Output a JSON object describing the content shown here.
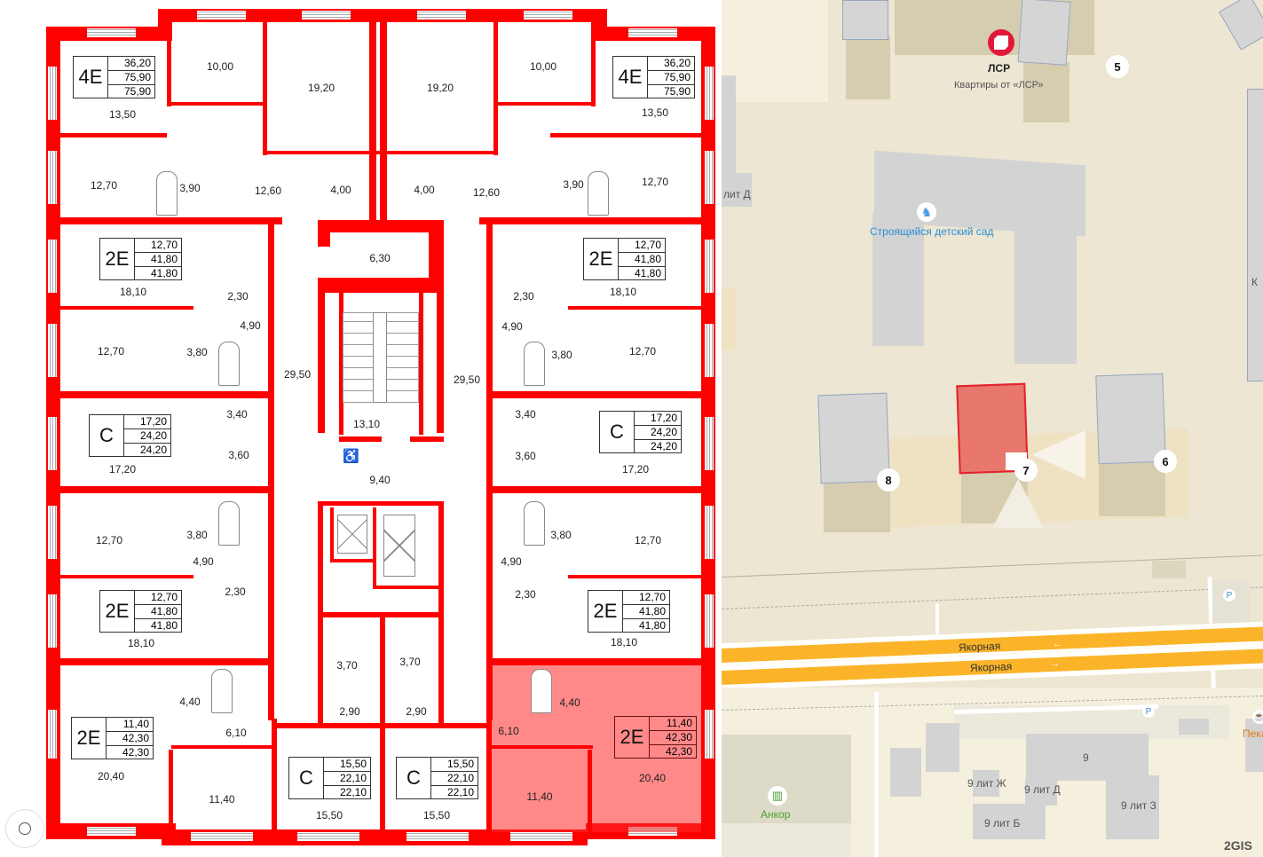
{
  "plan": {
    "apartments": [
      {
        "id": "a1",
        "type": "4E",
        "areas": [
          "36,20",
          "75,90",
          "75,90"
        ],
        "rooms": [
          "13,50",
          "10,00",
          "19,20",
          "12,70",
          "3,90",
          "12,60",
          "4,00"
        ]
      },
      {
        "id": "a2",
        "type": "4E",
        "areas": [
          "36,20",
          "75,90",
          "75,90"
        ],
        "rooms": [
          "13,50",
          "10,00",
          "19,20",
          "12,70",
          "3,90",
          "12,60",
          "4,00"
        ]
      },
      {
        "id": "a3",
        "type": "2E",
        "areas": [
          "12,70",
          "41,80",
          "41,80"
        ],
        "rooms": [
          "18,10",
          "2,30",
          "4,90",
          "12,70",
          "3,80"
        ]
      },
      {
        "id": "a4",
        "type": "2E",
        "areas": [
          "12,70",
          "41,80",
          "41,80"
        ],
        "rooms": [
          "18,10",
          "2,30",
          "4,90",
          "12,70",
          "3,80"
        ]
      },
      {
        "id": "a5",
        "type": "C",
        "areas": [
          "17,20",
          "24,20",
          "24,20"
        ],
        "rooms": [
          "17,20",
          "3,40",
          "3,60"
        ]
      },
      {
        "id": "a6",
        "type": "C",
        "areas": [
          "17,20",
          "24,20",
          "24,20"
        ],
        "rooms": [
          "17,20",
          "3,40",
          "3,60"
        ]
      },
      {
        "id": "a7",
        "type": "2E",
        "areas": [
          "12,70",
          "41,80",
          "41,80"
        ],
        "rooms": [
          "12,70",
          "3,80",
          "4,90",
          "2,30",
          "18,10"
        ]
      },
      {
        "id": "a8",
        "type": "2E",
        "areas": [
          "12,70",
          "41,80",
          "41,80"
        ],
        "rooms": [
          "12,70",
          "3,80",
          "4,90",
          "2,30",
          "18,10"
        ]
      },
      {
        "id": "a9",
        "type": "2E",
        "areas": [
          "11,40",
          "42,30",
          "42,30"
        ],
        "rooms": [
          "4,40",
          "6,10",
          "20,40",
          "11,40"
        ]
      },
      {
        "id": "a10",
        "type": "C",
        "areas": [
          "15,50",
          "22,10",
          "22,10"
        ],
        "rooms": [
          "3,70",
          "2,90",
          "15,50"
        ]
      },
      {
        "id": "a11",
        "type": "C",
        "areas": [
          "15,50",
          "22,10",
          "22,10"
        ],
        "rooms": [
          "3,70",
          "2,90",
          "15,50"
        ]
      },
      {
        "id": "a12",
        "type": "2E",
        "areas": [
          "11,40",
          "42,30",
          "42,30"
        ],
        "rooms": [
          "4,40",
          "6,10",
          "20,40",
          "11,40"
        ],
        "selected": true
      }
    ],
    "common": {
      "corridor_left": "29,50",
      "corridor_right": "29,50",
      "storage": "6,30",
      "stair": "13,10",
      "lobby": "9,40"
    },
    "accent_color": "#ff0000",
    "selected_color": "#ff7a7a"
  },
  "map": {
    "poi_lsr": {
      "title": "ЛСР",
      "subtitle": "Квартиры от «ЛСР»"
    },
    "poi_kindergarten": "Строящийся детский сад",
    "house_numbers": [
      "5",
      "8",
      "7",
      "6"
    ],
    "building_labels": [
      "лит Д",
      "9",
      "9 лит Ж",
      "9 лит Д",
      "9 лит Б",
      "9 лит З"
    ],
    "street": "Якорная",
    "poi_ankor": "Анкор",
    "poi_bakery": "Пека",
    "edge_label": "К",
    "parking": "P",
    "logo": "2GIS",
    "highlight_color": "#e8776e"
  }
}
